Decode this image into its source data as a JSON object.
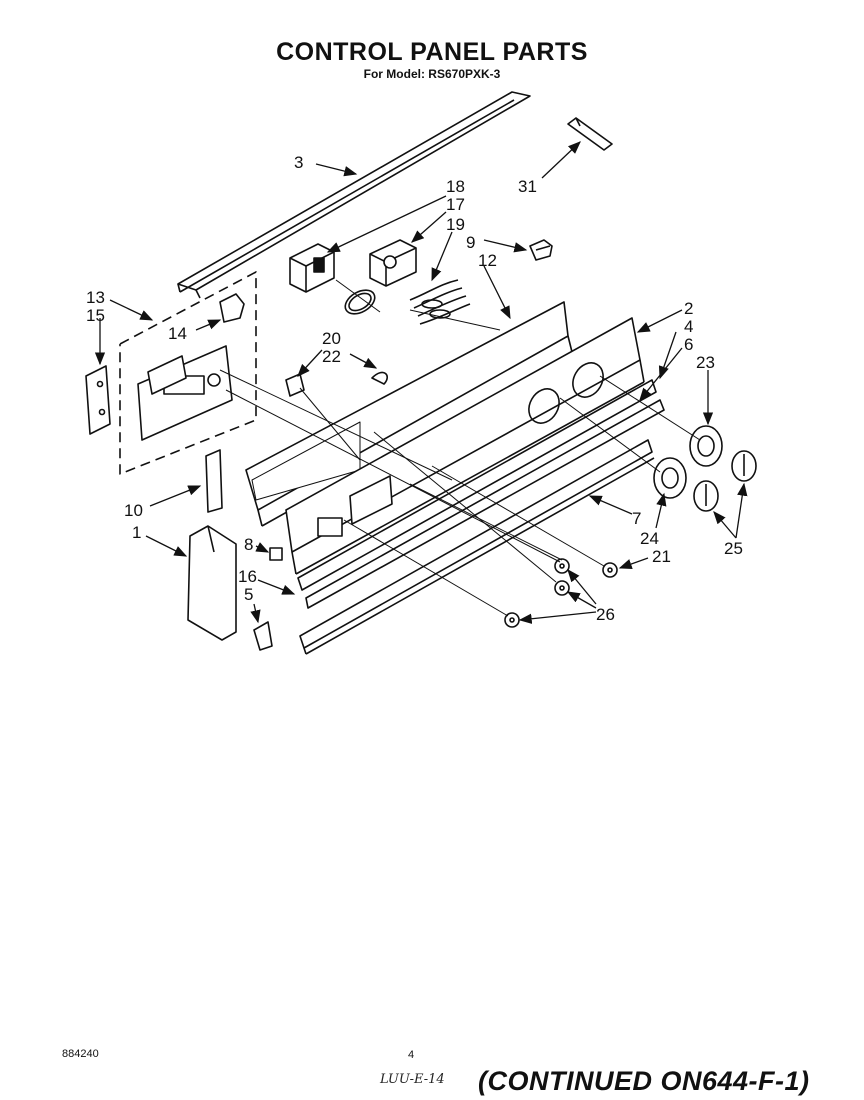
{
  "header": {
    "title": "CONTROL PANEL PARTS",
    "subtitle": "For Model: RS670PXK-3"
  },
  "callouts": {
    "c1": "1",
    "c2": "2",
    "c3": "3",
    "c4": "4",
    "c5": "5",
    "c6": "6",
    "c7": "7",
    "c8": "8",
    "c9": "9",
    "c10": "10",
    "c12": "12",
    "c13": "13",
    "c14": "14",
    "c15": "15",
    "c16": "16",
    "c17": "17",
    "c18": "18",
    "c19": "19",
    "c20": "20",
    "c21": "21",
    "c22": "22",
    "c23": "23",
    "c24": "24",
    "c25": "25",
    "c26": "26",
    "c31": "31"
  },
  "footer": {
    "part_number": "884240",
    "page": "4",
    "handwritten_note": "LUU-E-14",
    "continued": "(CONTINUED ON644-F-1)"
  }
}
